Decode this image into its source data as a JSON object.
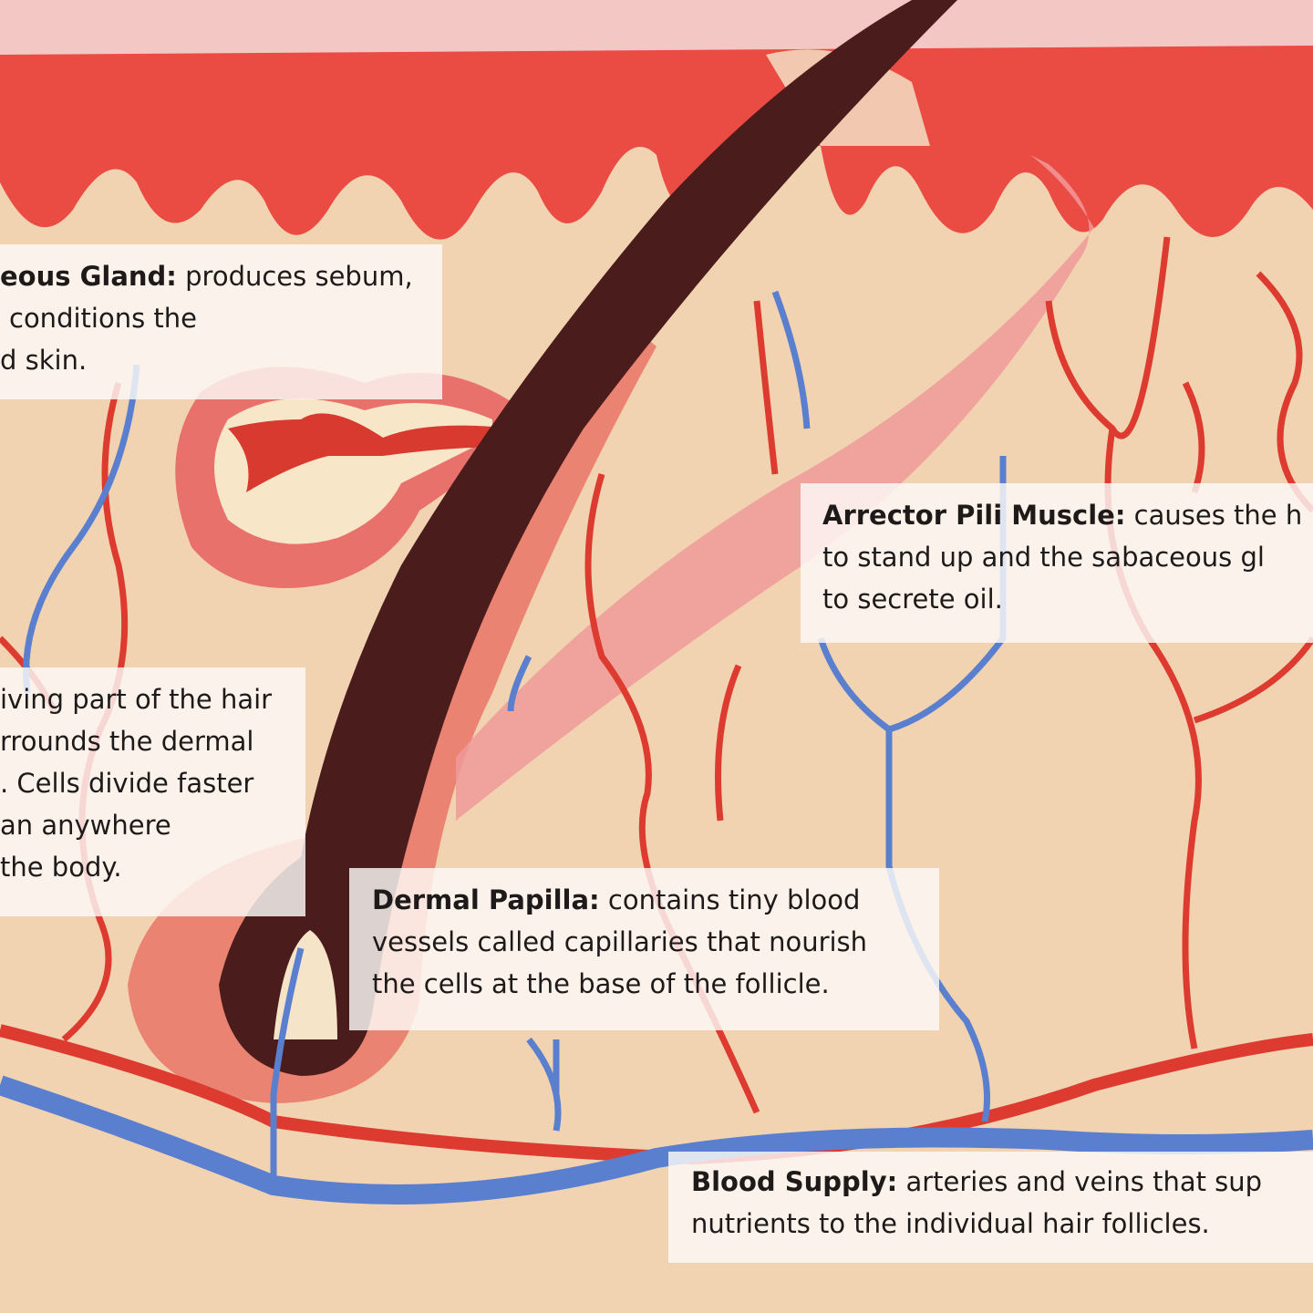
{
  "title": "Hair follicle anatomy diagram",
  "colors": {
    "skin": "#f1d3b1",
    "dermis": "#e8453f",
    "hair": "#4a1c1c",
    "vein": "#5b7fcf",
    "artery": "#dd3a30",
    "label_bg": "#fcfaf8"
  },
  "labels": {
    "sebaceous": {
      "term": "eous Gland:",
      "lines": [
        " produces sebum,",
        "conditions the",
        "d skin."
      ]
    },
    "arrector": {
      "term": "Arrector Pili Muscle:",
      "lines": [
        " causes the h",
        "to  stand up and the sabaceous gl",
        "to secrete oil."
      ]
    },
    "bulb": {
      "lines": [
        "iving part of the hair",
        "rrounds the dermal",
        ". Cells divide faster",
        "an anywhere",
        "the body."
      ]
    },
    "papilla": {
      "term": "Dermal Papilla:",
      "lines": [
        " contains tiny blood",
        "vessels called capillaries that nourish",
        "the cells at the base of the follicle."
      ]
    },
    "blood": {
      "term": "Blood Supply:",
      "lines": [
        " arteries and veins that sup",
        "nutrients to the individual hair follicles."
      ]
    }
  }
}
